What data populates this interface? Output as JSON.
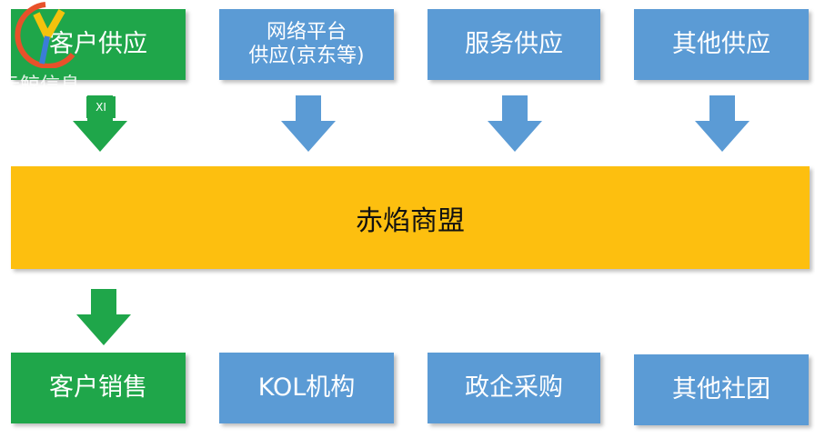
{
  "top_row": [
    {
      "label": "客户供应",
      "color": "#1fa64a"
    },
    {
      "label": "网络平台\n供应(京东等)",
      "line1": "网络平台",
      "line2": "供应(京东等)",
      "color": "#5b9bd5"
    },
    {
      "label": "服务供应",
      "color": "#5b9bd5"
    },
    {
      "label": "其他供应",
      "color": "#5b9bd5"
    }
  ],
  "center": {
    "label": "赤焰商盟",
    "color": "#fdbf0f"
  },
  "bottom_row": [
    {
      "label": "客户销售",
      "color": "#1fa64a"
    },
    {
      "label": "KOL机构",
      "color": "#5b9bd5"
    },
    {
      "label": "政企采购",
      "color": "#5b9bd5"
    },
    {
      "label": "其他社团",
      "color": "#5b9bd5"
    }
  ],
  "watermark": {
    "text": "云鲸信息",
    "badge": "XI"
  }
}
